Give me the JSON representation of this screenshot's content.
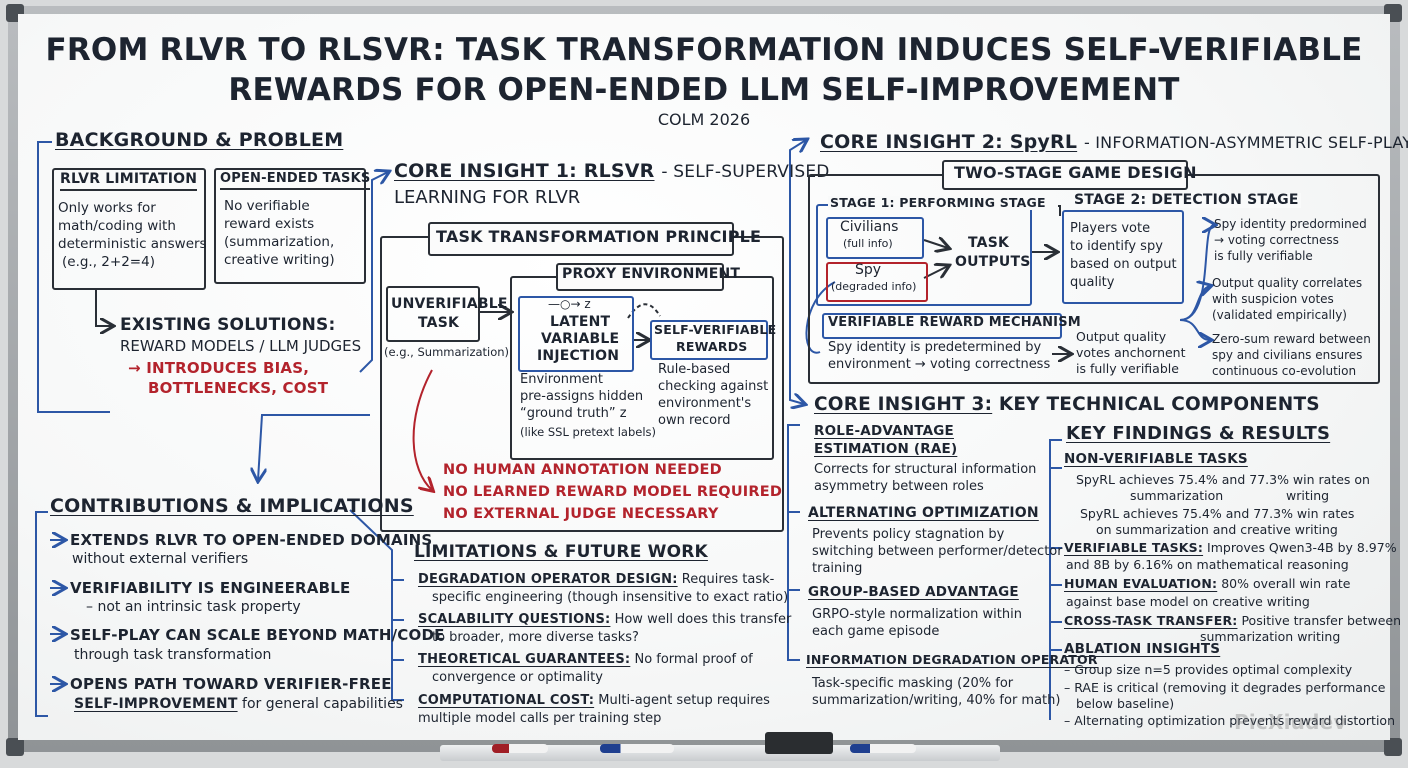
{
  "title": {
    "line1": "FROM RLVR TO RLSVR: TASK TRANSFORMATION INDUCES SELF-VERIFIABLE",
    "line2": "REWARDS FOR OPEN-ENDED LLM SELF-IMPROVEMENT",
    "venue": "COLM 2026"
  },
  "background": {
    "heading": "BACKGROUND & PROBLEM",
    "rlvr_title": "RLVR LIMITATION",
    "rlvr_body": [
      "Only works for",
      "math/coding with",
      "deterministic answers",
      "(e.g., 2+2=4)"
    ],
    "open_title": "OPEN-ENDED TASKS",
    "open_body": [
      "No verifiable",
      "reward exists",
      "(summarization,",
      "creative writing)"
    ],
    "existing_title": "EXISTING SOLUTIONS:",
    "existing_sub": "REWARD MODELS / LLM JUDGES",
    "existing_problem": [
      "→ INTRODUCES BIAS,",
      "BOTTLENECKS, COST"
    ]
  },
  "insight1": {
    "heading_a": "CORE INSIGHT 1: RLSVR",
    "heading_b": "- SELF-SUPERVISED",
    "heading_c": "LEARNING FOR RLVR",
    "principle": "TASK TRANSFORMATION PRINCIPLE",
    "proxy": "PROXY ENVIRONMENT",
    "unverifiable": [
      "UNVERIFIABLE",
      "TASK"
    ],
    "example": "(e.g., Summarization)",
    "latent_glyph": "—○→ z",
    "latent": [
      "LATENT",
      "VARIABLE",
      "INJECTION"
    ],
    "self_verifiable": [
      "SELF-VERIFIABLE",
      "REWARDS"
    ],
    "env_note": [
      "Environment",
      "pre-assigns hidden",
      "“ground truth” z",
      "(like SSL pretext labels)"
    ],
    "rule_note": [
      "Rule-based",
      "checking against",
      "environment's",
      "own record"
    ],
    "no_items": [
      "NO HUMAN ANNOTATION NEEDED",
      "NO LEARNED REWARD MODEL REQUIRED",
      "NO EXTERNAL JUDGE NECESSARY"
    ]
  },
  "insight2": {
    "heading_a": "CORE INSIGHT 2: SpyRL",
    "heading_b": "- INFORMATION-ASYMMETRIC SELF-PLAY",
    "game": "TWO-STAGE GAME DESIGN",
    "stage1": "STAGE 1: PERFORMING STAGE",
    "civilians": [
      "Civilians",
      "(full info)"
    ],
    "spy": [
      "Spy",
      "(degraded info)"
    ],
    "outputs": [
      "TASK",
      "OUTPUTS"
    ],
    "stage2": "STAGE 2: DETECTION STAGE",
    "vote": [
      "Players vote",
      "to identify spy",
      "based on output",
      "quality"
    ],
    "right_notes": [
      [
        "Spy identity predormined",
        "→ voting correctness",
        "is fully verifiable"
      ],
      [
        "Output quality correlates",
        "with suspicion votes",
        "(validated empirically)"
      ],
      [
        "Zero-sum reward between",
        "spy and civilians ensures",
        "continuous co-evolution"
      ]
    ],
    "mechanism": "VERIFIABLE REWARD MECHANISM",
    "mechanism_note": [
      "Spy identity is predetermined by",
      "environment → voting correctness"
    ],
    "quality_note": [
      "Output quality",
      "votes anchornent",
      "is fully verifiable"
    ]
  },
  "insight3": {
    "heading_a": "CORE INSIGHT 3:",
    "heading_b": "KEY TECHNICAL COMPONENTS",
    "items": [
      {
        "title": [
          "ROLE-ADVANTAGE",
          "ESTIMATION (RAE)"
        ],
        "body": [
          "Corrects for structural information",
          "asymmetry between roles"
        ]
      },
      {
        "title": [
          "ALTERNATING OPTIMIZATION"
        ],
        "body": [
          "Prevents policy stagnation by",
          "switching between performer/detector",
          "training"
        ]
      },
      {
        "title": [
          "GROUP-BASED ADVANTAGE"
        ],
        "body": [
          "GRPO-style normalization within",
          "each game episode"
        ]
      },
      {
        "title": [
          "INFORMATION DEGRADATION OPERATOR"
        ],
        "body": [
          "Task-specific masking (20% for",
          "summarization/writing, 40% for math)"
        ]
      }
    ]
  },
  "findings": {
    "heading": "KEY FINDINGS & RESULTS",
    "nonverif_title": "NON-VERIFIABLE TASKS",
    "nonverif_body": [
      "SpyRL achieves 75.4% and 77.3% win rates on",
      "summarization",
      "writing",
      "SpyRL achieves 75.4% and 77.3% win rates",
      "on summarization and creative writing"
    ],
    "verif_title": "VERIFIABLE TASKS:",
    "verif_body": [
      "Improves Qwen3-4B by 8.97%",
      "and 8B by 6.16% on mathematical reasoning"
    ],
    "human_title": "HUMAN EVALUATION:",
    "human_body": [
      "80% overall win rate",
      "against base model on creative writing"
    ],
    "cross_title": "CROSS-TASK TRANSFER:",
    "cross_body": [
      "Positive transfer between",
      "summarization writing"
    ],
    "ablation_title": "ABLATION INSIGHTS",
    "ablation_body": [
      "– Group size n=5 provides optimal complexity",
      "– RAE is critical (removing it degrades performance",
      "below baseline)",
      "– Alternating optimization prevents reward distortion"
    ]
  },
  "contributions": {
    "heading": "CONTRIBUTIONS & IMPLICATIONS",
    "items": [
      [
        "EXTENDS RLVR TO OPEN-ENDED DOMAINS",
        "without external verifiers"
      ],
      [
        "VERIFIABILITY IS ENGINEERABLE",
        "– not an intrinsic task property"
      ],
      [
        "SELF-PLAY CAN SCALE BEYOND MATH/CODE",
        "through task transformation"
      ],
      [
        "OPENS PATH TOWARD VERIFIER-FREE",
        "SELF-IMPROVEMENT",
        "for general capabilities"
      ]
    ]
  },
  "limitations": {
    "heading": "LIMITATIONS & FUTURE WORK",
    "items": [
      {
        "title": "DEGRADATION OPERATOR DESIGN:",
        "body": [
          "Requires task-",
          "specific engineering (though insensitive to exact ratio)"
        ]
      },
      {
        "title": "SCALABILITY QUESTIONS:",
        "body": [
          "How well does this transfer",
          "to broader, more diverse tasks?"
        ]
      },
      {
        "title": "THEORETICAL GUARANTEES:",
        "body": [
          "No formal proof of",
          "convergence or optimality"
        ]
      },
      {
        "title": "COMPUTATIONAL COST:",
        "body": [
          "Multi-agent setup requires",
          "multiple model calls per training step"
        ]
      }
    ]
  },
  "watermark": "PicXiudev",
  "colors": {
    "ink": "#1d2430",
    "blue": "#2d57a6",
    "red": "#b3232c",
    "frame": "#8f9396"
  }
}
